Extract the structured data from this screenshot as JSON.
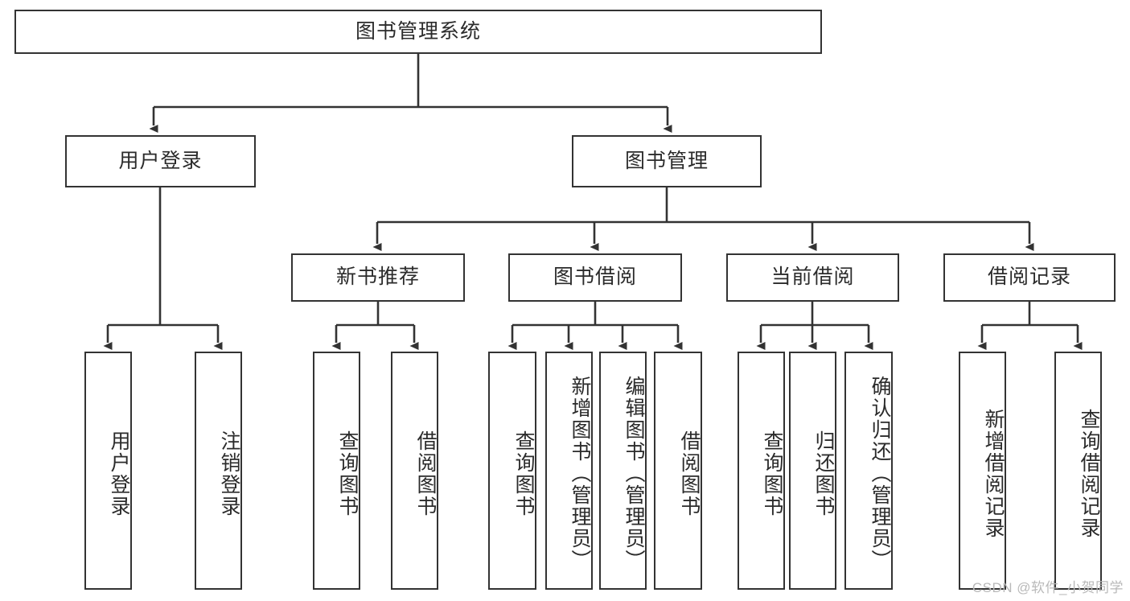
{
  "diagram": {
    "title": "图书管理系统",
    "type": "hierarchy-tree",
    "levels": 4,
    "root": {
      "label": "图书管理系统"
    },
    "level2": [
      {
        "label": "用户登录"
      },
      {
        "label": "图书管理"
      }
    ],
    "level3": [
      {
        "label": "新书推荐"
      },
      {
        "label": "图书借阅"
      },
      {
        "label": "当前借阅"
      },
      {
        "label": "借阅记录"
      }
    ],
    "leaves": {
      "user_login": [
        {
          "label": "用户登录"
        },
        {
          "label": "注销登录"
        }
      ],
      "new_book_recommend": [
        {
          "label": "查询图书"
        },
        {
          "label": "借阅图书"
        }
      ],
      "book_borrow": [
        {
          "label": "查询图书"
        },
        {
          "label": "新增图书（管理员）"
        },
        {
          "label": "编辑图书（管理员）"
        },
        {
          "label": "借阅图书"
        }
      ],
      "current_borrow": [
        {
          "label": "查询图书"
        },
        {
          "label": "归还图书"
        },
        {
          "label": "确认归还（管理员）"
        }
      ],
      "borrow_record": [
        {
          "label": "新增借阅记录"
        },
        {
          "label": "查询借阅记录"
        }
      ]
    }
  },
  "watermark": {
    "text": "CSDN @软件_小贺同学"
  },
  "colors": {
    "stroke": "#333333",
    "text": "#2b2b2b",
    "background": "#ffffff",
    "watermark": "#b9b9b9"
  }
}
